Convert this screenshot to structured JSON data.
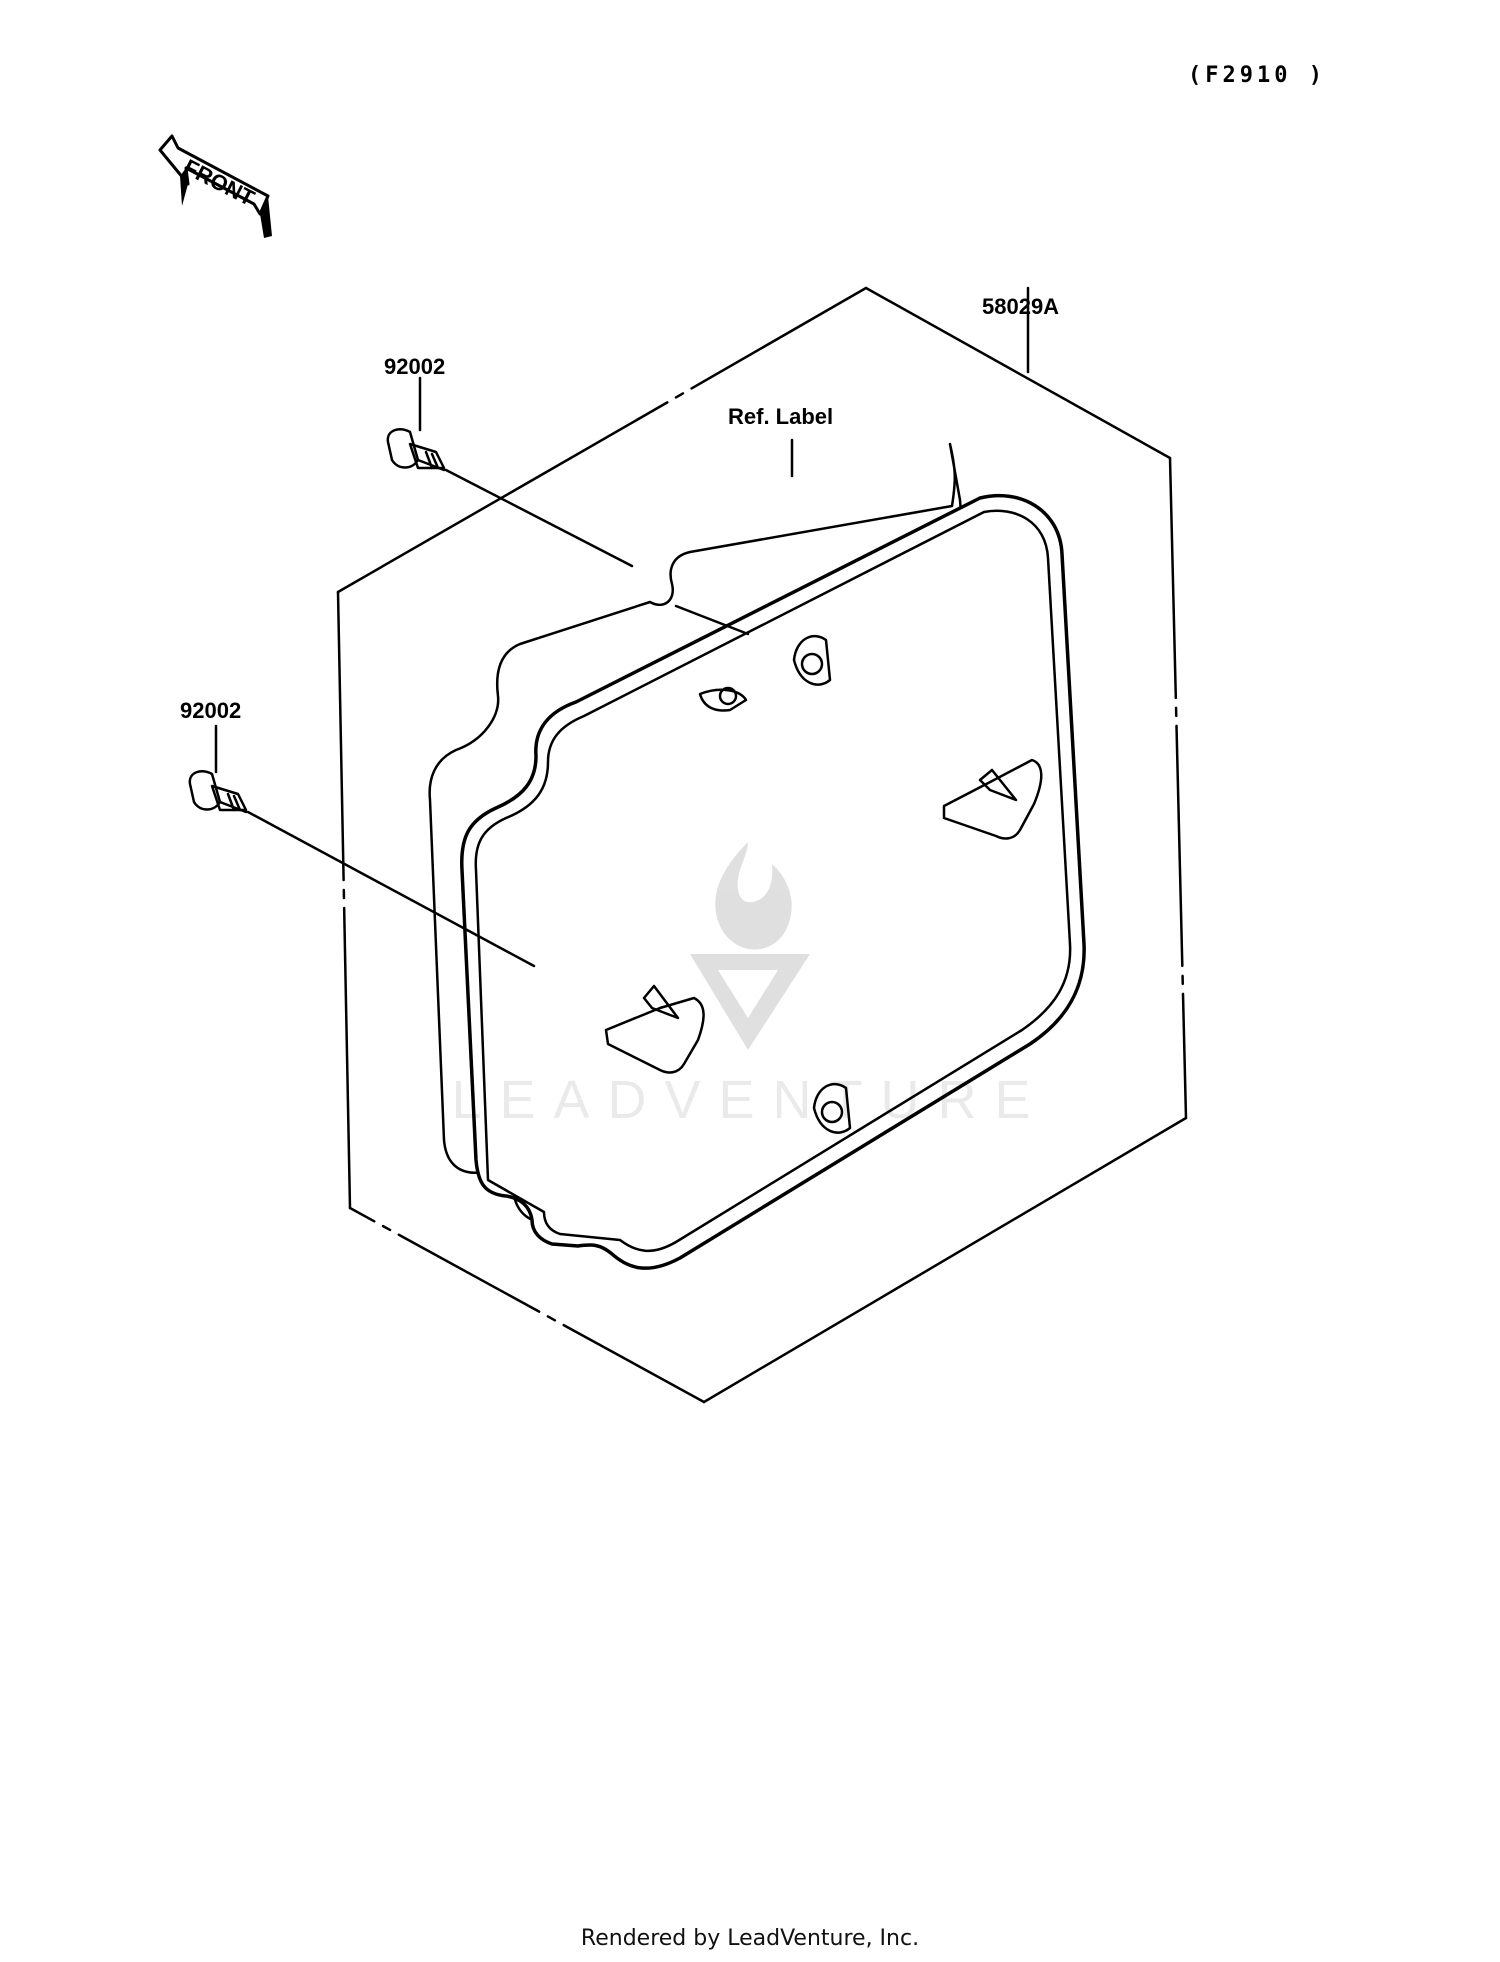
{
  "figure_code": "(F2910 )",
  "front_label": "FRONT",
  "callouts": {
    "kit_part": "58029A",
    "ref_label": "Ref. Label",
    "bolt_upper": "92002",
    "bolt_lower": "92002"
  },
  "watermark": "LEADVENTURE",
  "footer": "Rendered by LeadVenture, Inc."
}
